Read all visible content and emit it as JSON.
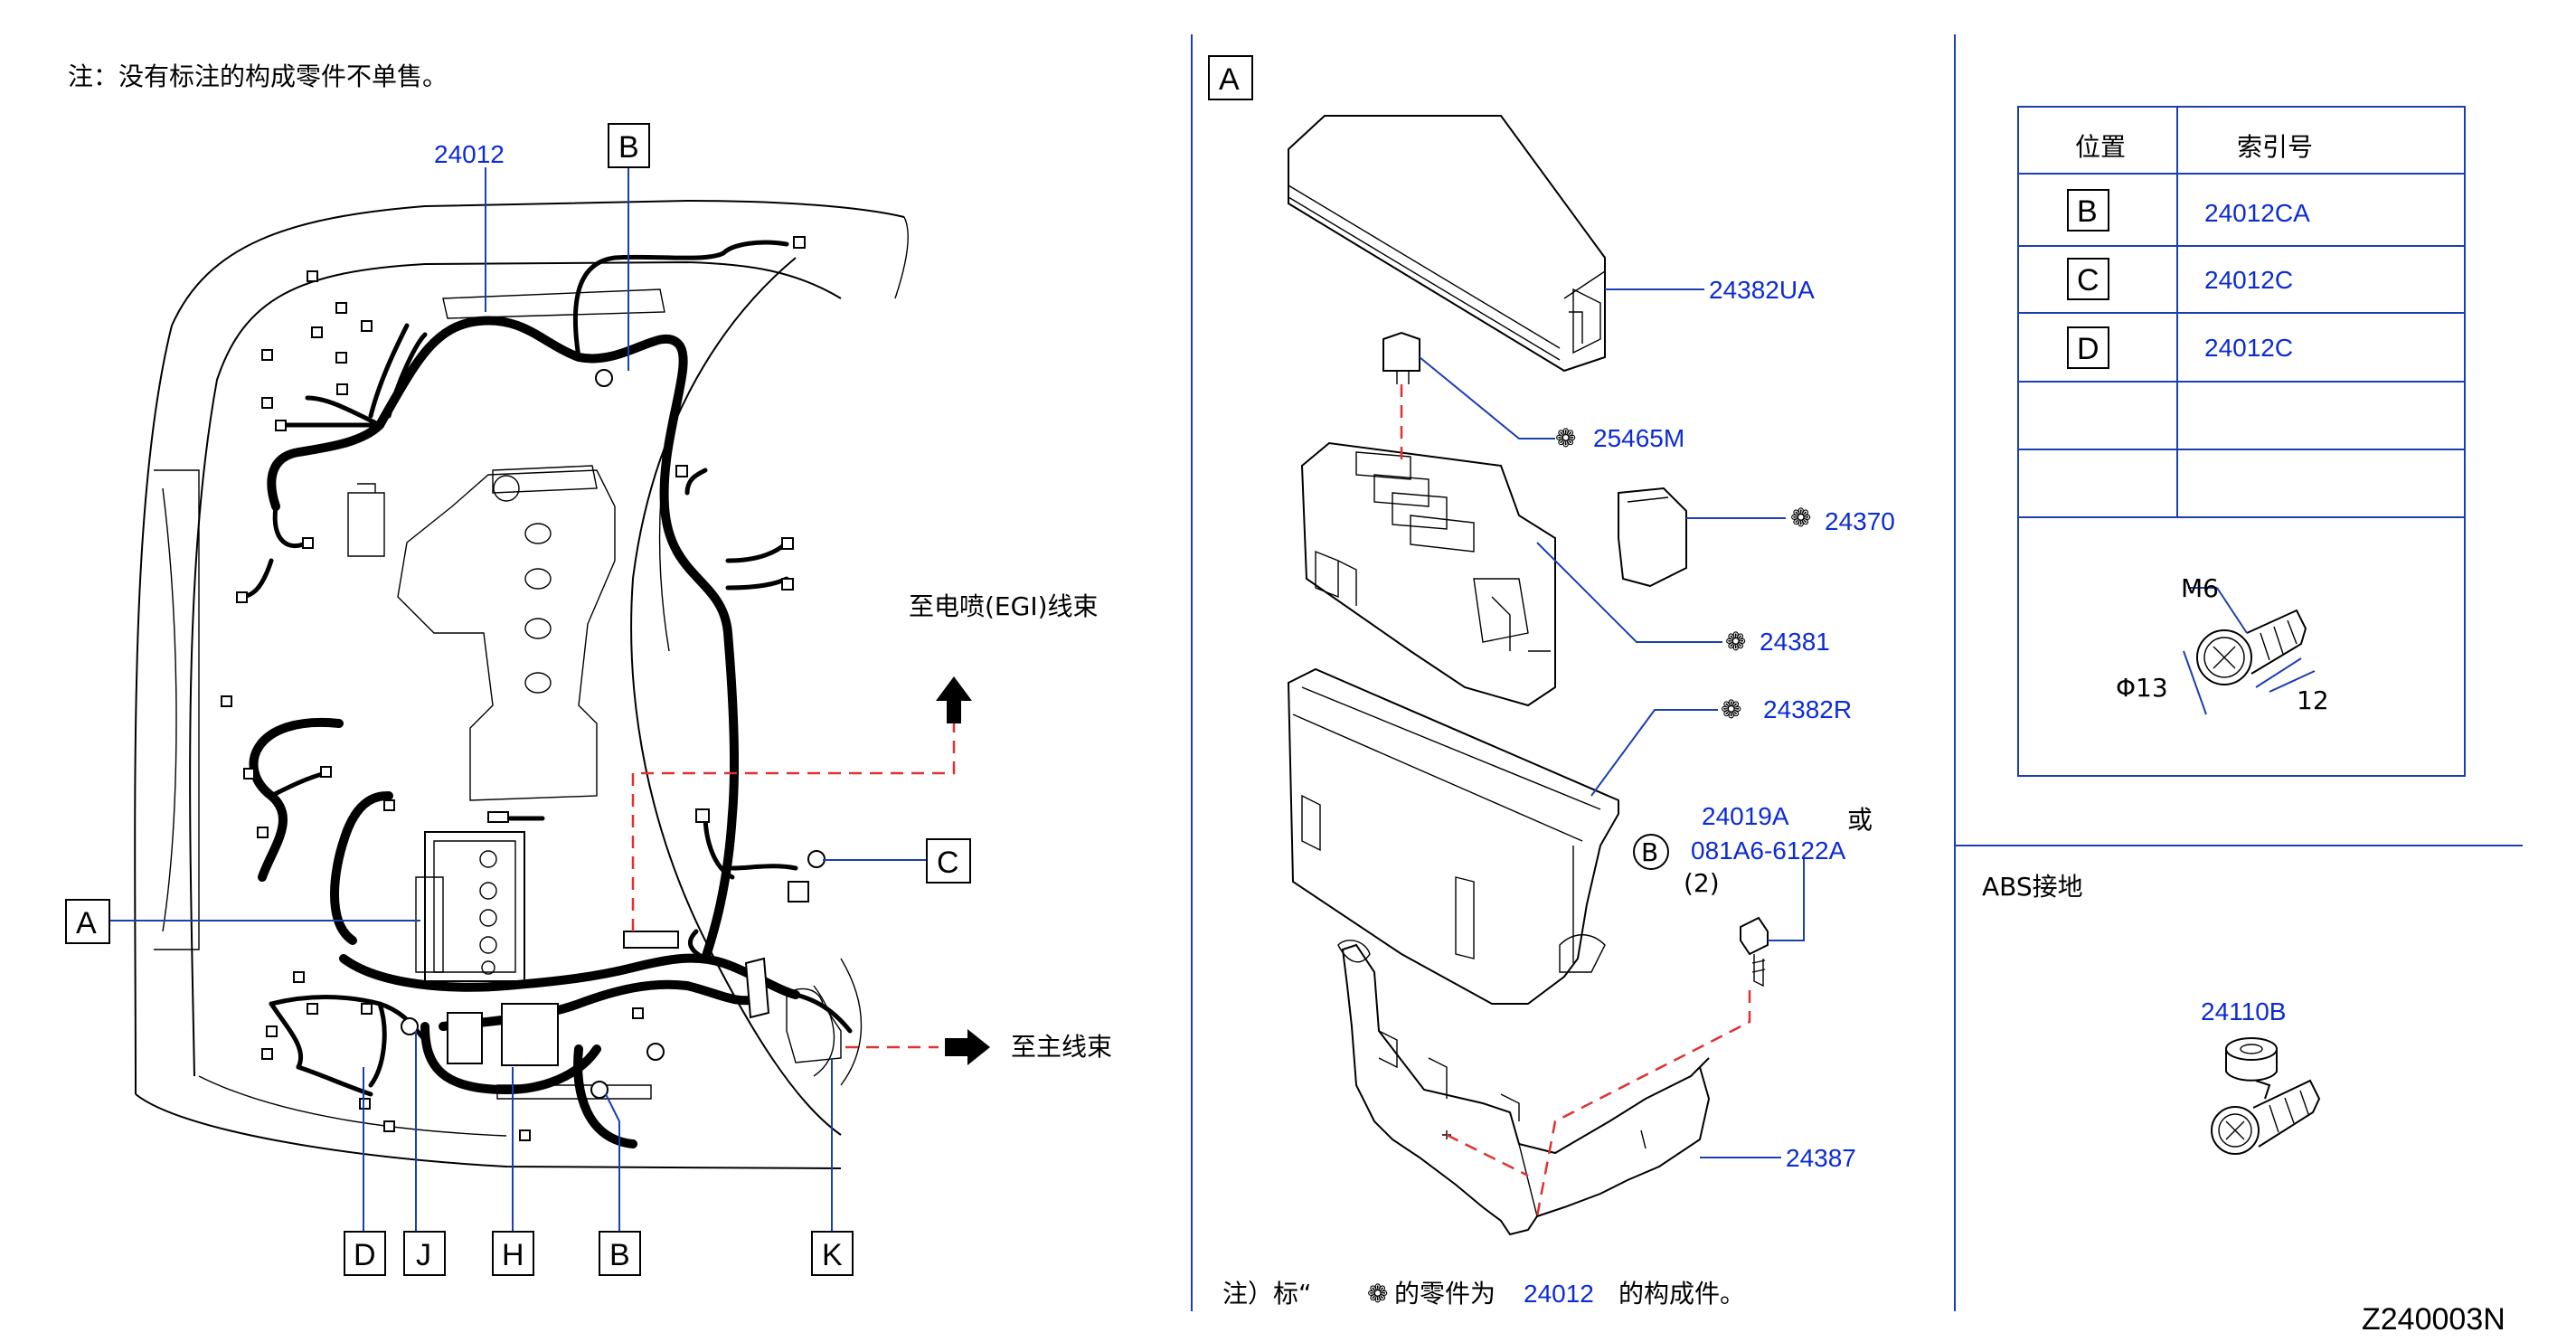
{
  "notes": {
    "left_note": "注：没有标注的构成零件不单售。",
    "bottom_note_prefix": "注）标“",
    "bottom_note_mid": "的零件为",
    "bottom_note_part": "24012",
    "bottom_note_suffix": "的构成件。"
  },
  "left_panel": {
    "harness_part": "24012",
    "label_to_egi": "至电喷(EGI)线束",
    "label_to_main": "至主线束",
    "callouts": {
      "b_top": "B",
      "a": "A",
      "c": "C",
      "d": "D",
      "j": "J",
      "h": "H",
      "b_bottom": "B",
      "k": "K"
    }
  },
  "middle_panel": {
    "view_label": "A",
    "parts": {
      "cover": "24382UA",
      "fuse": "25465M",
      "relay": "24370",
      "block": "24381",
      "case": "24382R",
      "bolt_a": "24019A",
      "or_label": "或",
      "circle_b": "B",
      "bolt_b": "081A6-6122A",
      "qty": "(2)",
      "bracket": "24387"
    }
  },
  "right_panel": {
    "table": {
      "header_position": "位置",
      "header_index": "索引号",
      "rows": [
        {
          "position": "B",
          "index": "24012CA"
        },
        {
          "position": "C",
          "index": "24012C"
        },
        {
          "position": "D",
          "index": "24012C"
        }
      ]
    },
    "bolt": {
      "thread": "M6",
      "diameter": "Φ13",
      "length": "12"
    },
    "abs_title": "ABS接地",
    "abs_part": "24110B"
  },
  "diagram_id": "Z240003N",
  "colors": {
    "part_number_blue": "#0b2bd6",
    "dashed_red": "#e23030",
    "leader_blue": "#1a3fb0"
  }
}
